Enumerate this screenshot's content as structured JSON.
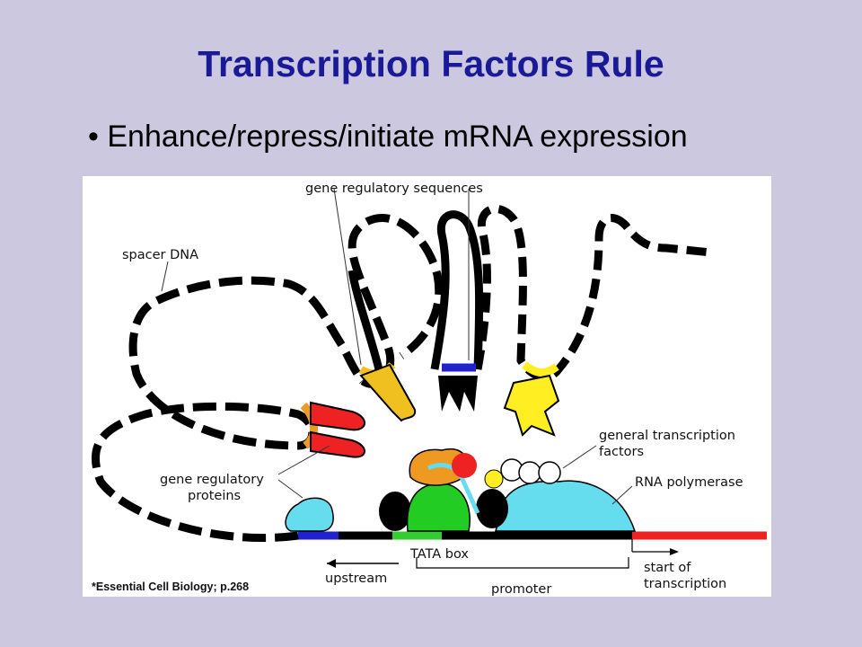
{
  "slide": {
    "title": "Transcription Factors Rule",
    "bullet_marker": "•",
    "bullet": "Enhance/repress/initiate mRNA expression"
  },
  "diagram": {
    "labels": {
      "gene_regulatory_sequences": "gene regulatory sequences",
      "spacer_dna": "spacer DNA",
      "general_tf_line1": "general transcription",
      "general_tf_line2": "factors",
      "rna_polymerase": "RNA polymerase",
      "gene_regulatory_proteins_line1": "gene regulatory",
      "gene_regulatory_proteins_line2": "proteins",
      "tata_box": "TATA box",
      "upstream": "upstream",
      "promoter": "promoter",
      "start_line1": "start of",
      "start_line2": "transcription"
    },
    "credit": "*Essential Cell Biology; p.268",
    "colors": {
      "background": "#ccc8e0",
      "title": "#1a1a99",
      "dna": "#000000",
      "tata_box": "#33cc33",
      "regulatory_site": "#2222cc",
      "transcribed_region": "#ee2222",
      "rna_polymerase": "#66ddee",
      "activator_red": "#ee2222",
      "activator_orange": "#ee9922",
      "yellow_protein": "#ffee22",
      "gold_protein": "#f0c020",
      "tfiid": "#22cc22"
    }
  }
}
